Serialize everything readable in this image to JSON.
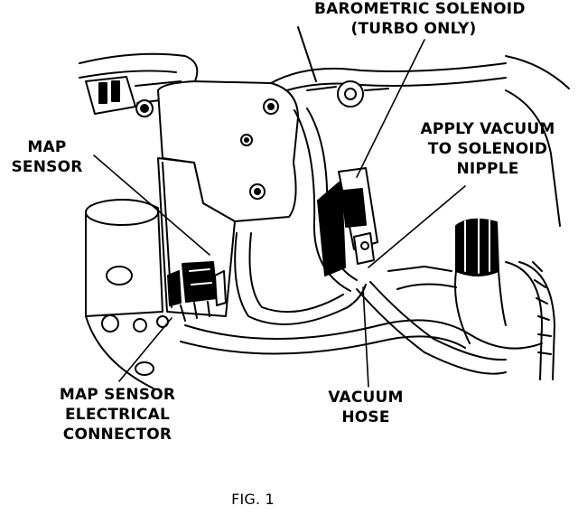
{
  "labels": {
    "barometric_solenoid": [
      "BAROMETRIC SOLENOID",
      "(TURBO ONLY)"
    ],
    "apply_vacuum": [
      "APPLY VACUUM",
      "TO SOLENOID",
      "NIPPLE"
    ],
    "map_sensor": [
      "MAP",
      "SENSOR"
    ],
    "map_sensor_connector": [
      "MAP SENSOR",
      "ELECTRICAL",
      "CONNECTOR"
    ],
    "vacuum_hose": [
      "VACUUM",
      "HOSE"
    ]
  },
  "caption": "FIG. 1",
  "colors": {
    "ink": "#000000",
    "paper": "#ffffff"
  }
}
